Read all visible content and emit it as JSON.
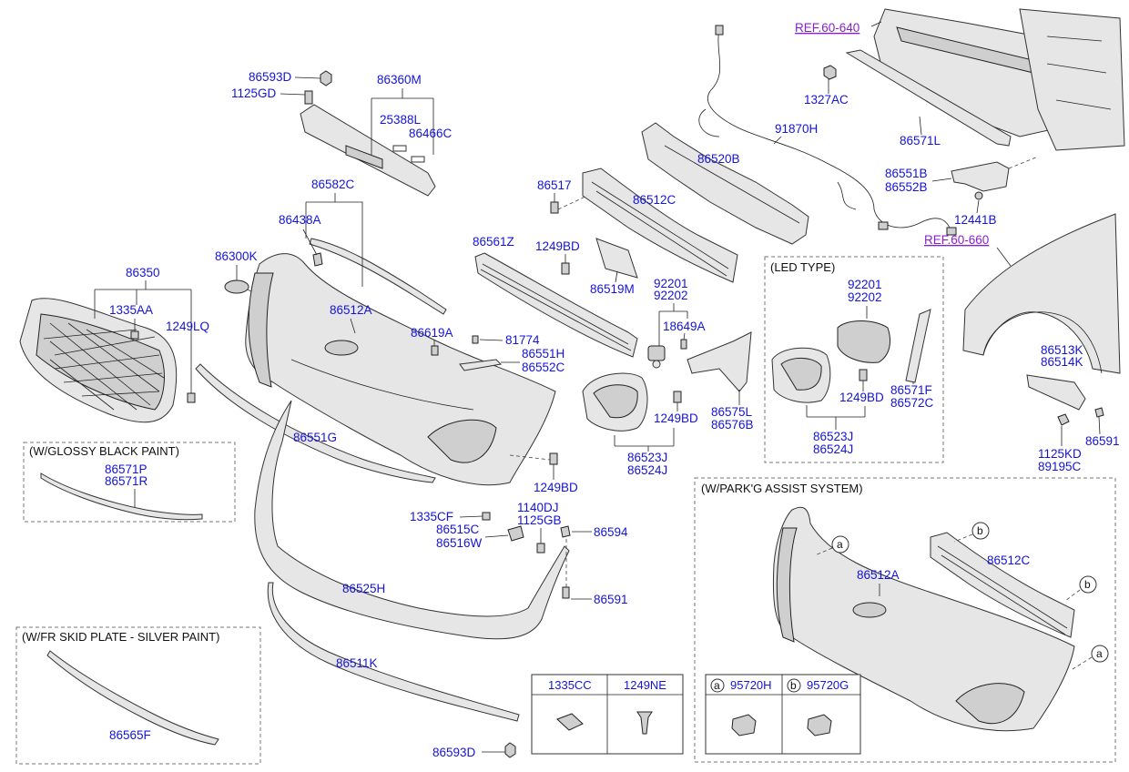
{
  "labels": {
    "ref_60_640": "REF.60-640",
    "ref_60_660": "REF.60-660",
    "p86593D_top": "86593D",
    "p1125GD": "1125GD",
    "p86360M": "86360M",
    "p25388L": "25388L",
    "p86466C": "86466C",
    "p1327AC": "1327AC",
    "p86571L": "86571L",
    "p91870H": "91870H",
    "p86520B": "86520B",
    "p86551B": "86551B",
    "p86552B": "86552B",
    "p12441B": "12441B",
    "p86582C": "86582C",
    "p86438A": "86438A",
    "p86300K": "86300K",
    "p86350": "86350",
    "p1335AA": "1335AA",
    "p1249LQ": "1249LQ",
    "p86512A": "86512A",
    "p86619A": "86619A",
    "p86517": "86517",
    "p86512C": "86512C",
    "p86561Z": "86561Z",
    "p1249BD_a": "1249BD",
    "p86519M": "86519M",
    "p92201_a": "92201",
    "p92202_a": "92202",
    "p18649A": "18649A",
    "p81774": "81774",
    "p86551H": "86551H",
    "p86552C": "86552C",
    "p86575L": "86575L",
    "p86576B": "86576B",
    "p1249BD_b": "1249BD",
    "p86523J_a": "86523J",
    "p86524J_a": "86524J",
    "p86551G": "86551G",
    "p1249BD_c": "1249BD",
    "p1335CF": "1335CF",
    "p86515C": "86515C",
    "p86516W": "86516W",
    "p1140DJ": "1140DJ",
    "p1125GB": "1125GB",
    "p86594": "86594",
    "p86591_a": "86591",
    "p86525H": "86525H",
    "p86511K": "86511K",
    "p86593D_bot": "86593D",
    "p86565F": "86565F",
    "p86571P": "86571P",
    "p86571R": "86571R",
    "p86513K": "86513K",
    "p86514K": "86514K",
    "p1125KD": "1125KD",
    "p89195C": "89195C",
    "p86591_b": "86591",
    "led_92201": "92201",
    "led_92202": "92202",
    "led_1249BD": "1249BD",
    "led_86571F": "86571F",
    "led_86572C": "86572C",
    "led_86523J": "86523J",
    "led_86524J": "86524J",
    "park_86512A": "86512A",
    "park_86512C": "86512C"
  },
  "sections": {
    "led_type": "(LED TYPE)",
    "glossy_black": "(W/GLOSSY BLACK PAINT)",
    "skid_plate": "(W/FR SKID PLATE - SILVER PAINT)",
    "park_assist": "(W/PARK'G ASSIST SYSTEM)"
  },
  "callouts": {
    "a": "a",
    "b": "b"
  },
  "fastener_table": {
    "col1": "1335CC",
    "col2": "1249NE"
  },
  "sensor_table": {
    "a_code": "95720H",
    "b_code": "95720G",
    "a_letter": "a",
    "b_letter": "b"
  }
}
